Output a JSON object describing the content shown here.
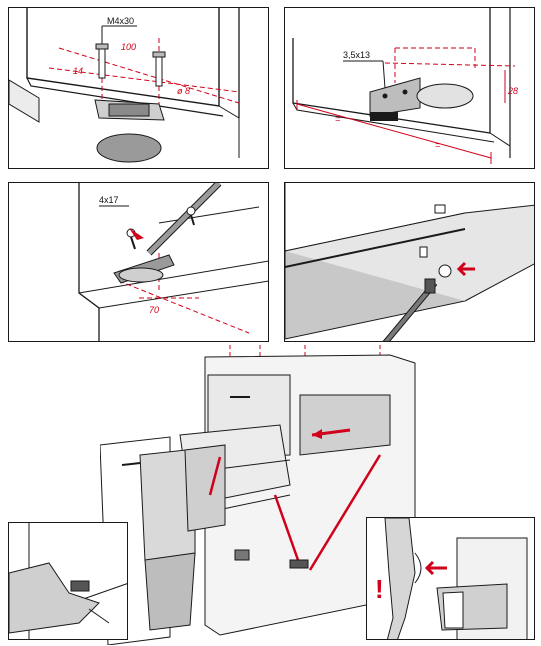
{
  "colors": {
    "accent": "#d0021b",
    "line": "#1a1a1a",
    "metal_gray": "#9a9a9a",
    "light_gray": "#d6d6d6"
  },
  "panel1": {
    "screw_label": "M4x30",
    "dim_100": "100",
    "dim_14": "14",
    "dim_8": "ø 8"
  },
  "panel2": {
    "screw_label": "3,5x13",
    "dim_28": "28",
    "equal_left": "=",
    "equal_right": "="
  },
  "panel3": {
    "screw_label": "4x17",
    "dim_70": "70"
  },
  "panel4": {},
  "main": {},
  "inset_left": {},
  "inset_right": {
    "warning_mark": "!"
  }
}
